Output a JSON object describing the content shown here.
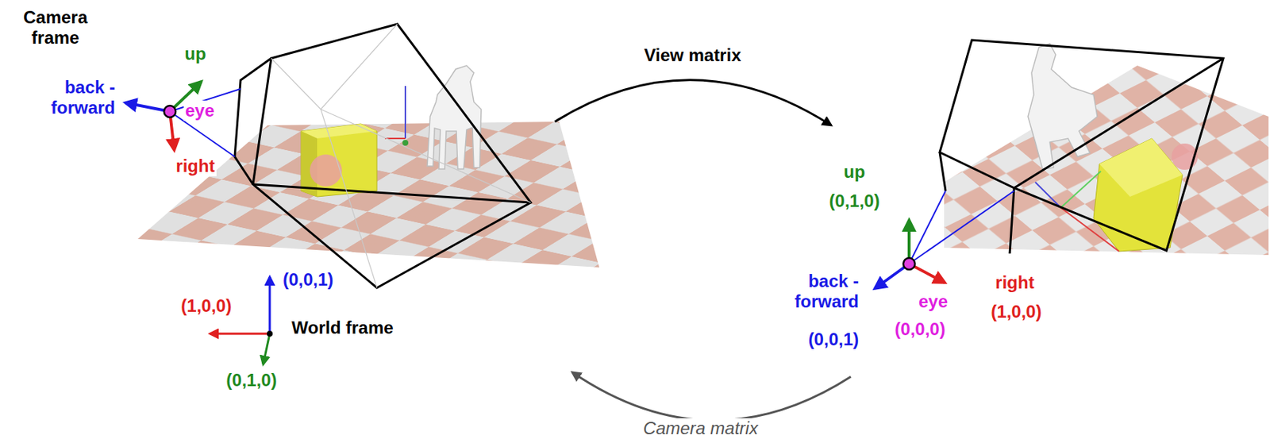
{
  "diagram": {
    "labels": [
      "Camera frame",
      "up",
      "back -forward",
      "eye",
      "right",
      "View matrix",
      "(0,0,1)",
      "(1,0,0)",
      "World frame",
      "(0,1,0)",
      "up",
      "(0,1,0)",
      "back -forward",
      "(0,0,1)",
      "eye",
      "(0,0,0)",
      "right",
      "(1,0,0)",
      "Camera matrix"
    ]
  }
}
